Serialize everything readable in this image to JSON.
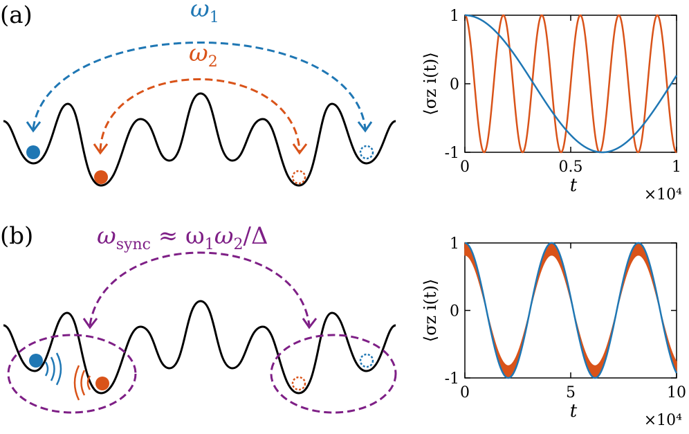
{
  "colors": {
    "blue": "#1f77b4",
    "orange": "#d95319",
    "purple": "#7e1f86",
    "black": "#000000"
  },
  "panel_a": {
    "label": "(a)",
    "omega1": "ω",
    "omega1_sub": "1",
    "omega2": "ω",
    "omega2_sub": "2"
  },
  "panel_b": {
    "label": "(b)",
    "sync_formula": "ω",
    "sync_sub": "sync",
    "sync_rest": " ≈ ω",
    "sync_rest_sub1": "1",
    "sync_mid": "ω",
    "sync_rest_sub2": "2",
    "sync_tail": "/Δ"
  },
  "chart_data": [
    {
      "type": "line",
      "panel": "(a)",
      "ylabel": "⟨σz i(t)⟩",
      "xlabel": "t",
      "x_multiplier": "×10⁴",
      "xlim": [
        0,
        1
      ],
      "ylim": [
        -1,
        1
      ],
      "xticks": [
        "0",
        "0.5",
        "1"
      ],
      "yticks": [
        "1",
        "0",
        "-1"
      ],
      "series": [
        {
          "color": "orange",
          "function": "cos",
          "period": 0.1818,
          "x_start": 0,
          "x_end": 1
        },
        {
          "color": "blue",
          "function": "cos",
          "period": 1.3,
          "x_start": 0,
          "x_end": 1
        }
      ]
    },
    {
      "type": "line",
      "panel": "(b)",
      "ylabel": "⟨σz i(t)⟩",
      "xlabel": "t",
      "x_multiplier": "×10⁴",
      "xlim": [
        0,
        10
      ],
      "ylim": [
        -1,
        1
      ],
      "xticks": [
        "0",
        "5",
        "10"
      ],
      "yticks": [
        "1",
        "0",
        "-1"
      ],
      "series": [
        {
          "color": "orange",
          "function": "cos band",
          "period": 4.1,
          "amplitude_min": 0.82,
          "amplitude_max": 1.0
        },
        {
          "color": "blue",
          "function": "cos",
          "period": 4.1
        }
      ]
    }
  ]
}
